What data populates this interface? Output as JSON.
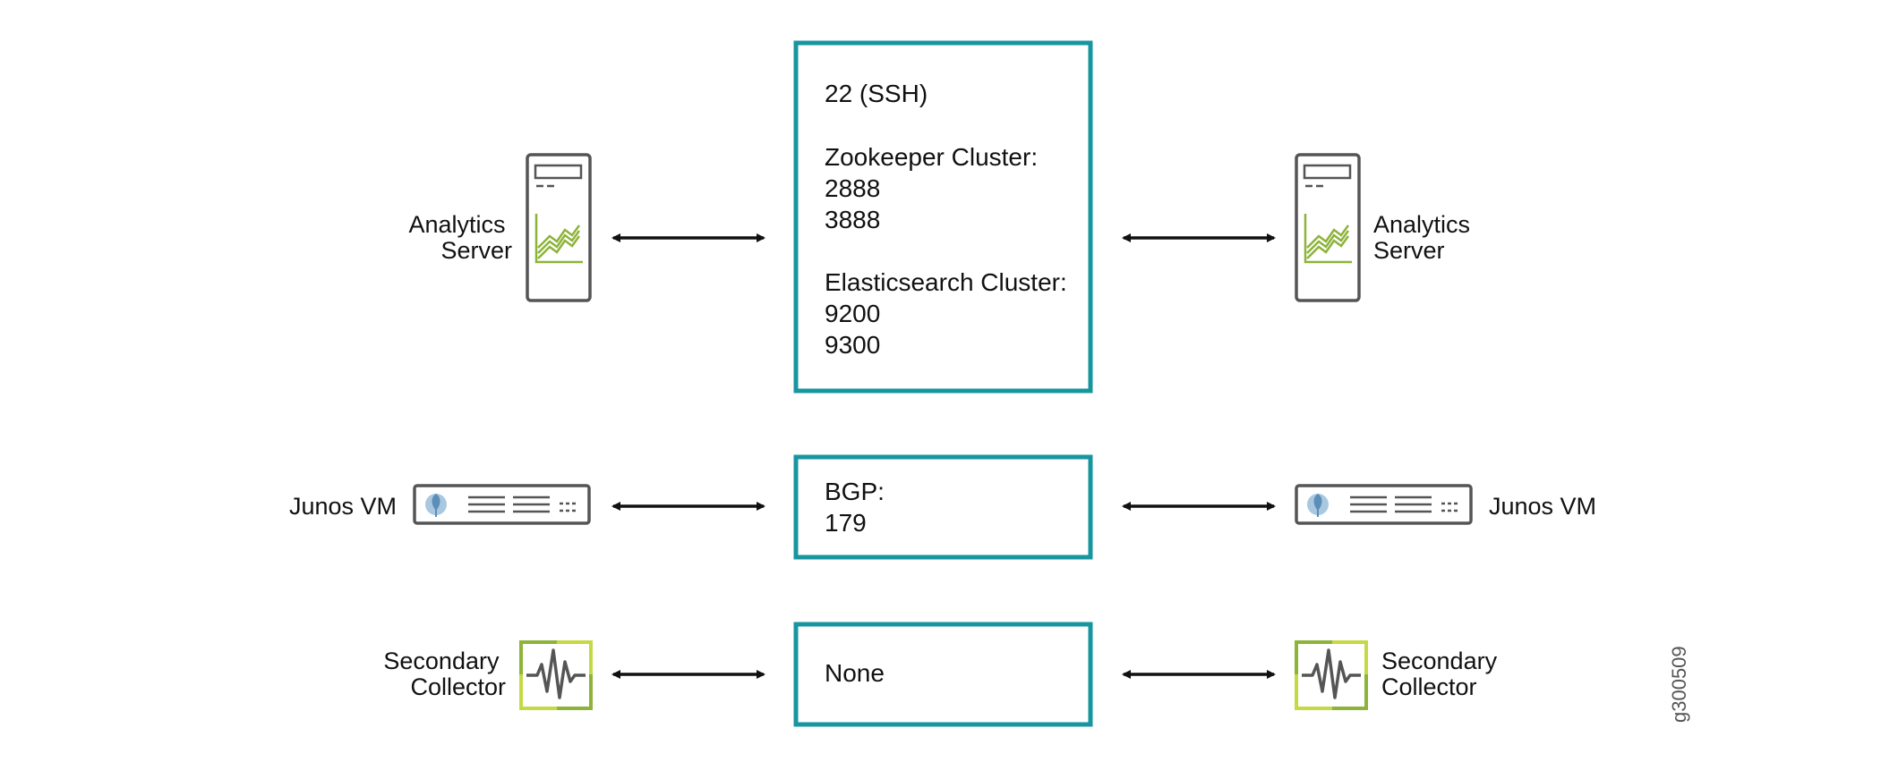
{
  "rows": [
    {
      "device": "analytics-server",
      "left_label": [
        "Analytics",
        "Server"
      ],
      "right_label": [
        "Analytics",
        "Server"
      ],
      "box_lines": [
        "22 (SSH)",
        "",
        "Zookeeper Cluster:",
        "2888",
        "3888",
        "",
        "Elasticsearch Cluster:",
        "9200",
        "9300"
      ]
    },
    {
      "device": "junos-vm",
      "left_label": [
        "Junos VM"
      ],
      "right_label": [
        "Junos VM"
      ],
      "box_lines": [
        "BGP:",
        "179"
      ]
    },
    {
      "device": "secondary-collector",
      "left_label": [
        "Secondary",
        "Collector"
      ],
      "right_label": [
        "Secondary",
        "Collector"
      ],
      "box_lines": [
        "None"
      ]
    }
  ],
  "figure_id": "g300509",
  "colors": {
    "box_border": "#17969f",
    "device_outline": "#555555",
    "accent_green": "#8db339",
    "accent_lime": "#c5d945",
    "icon_blue": "#5b8fb9",
    "arrow": "#111111"
  }
}
